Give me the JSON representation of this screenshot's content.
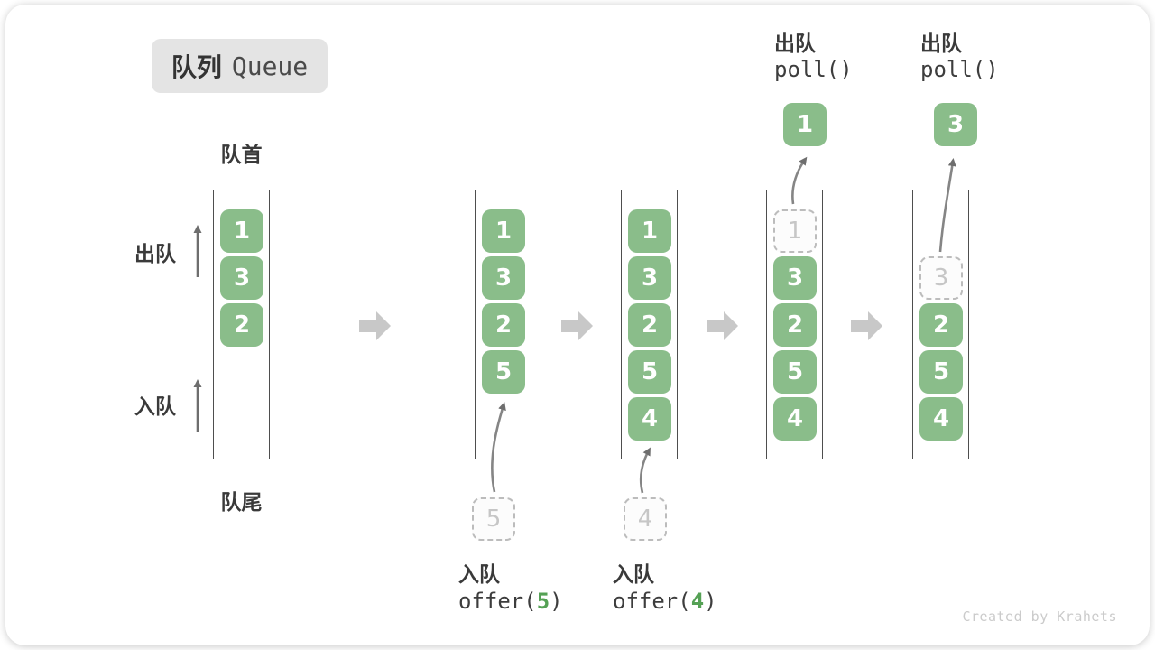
{
  "title": {
    "zh": "队列",
    "en": "Queue"
  },
  "side_labels": {
    "front": "队首",
    "rear": "队尾",
    "dequeue": "出队",
    "enqueue": "入队"
  },
  "states": [
    {
      "boxes": [
        "1",
        "3",
        "2"
      ]
    },
    {
      "boxes": [
        "1",
        "3",
        "2",
        "5"
      ],
      "pending": "5",
      "op": {
        "action": "入队",
        "fn": "offer(",
        "arg": "5",
        "end": ")"
      }
    },
    {
      "boxes": [
        "1",
        "3",
        "2",
        "5",
        "4"
      ],
      "pending": "4",
      "op": {
        "action": "入队",
        "fn": "offer(",
        "arg": "4",
        "end": ")"
      }
    },
    {
      "boxes": [
        "3",
        "2",
        "5",
        "4"
      ],
      "removed": "1",
      "polled": "1",
      "op": {
        "action": "出队",
        "fn": "poll()"
      }
    },
    {
      "boxes": [
        "2",
        "5",
        "4"
      ],
      "removed": "3",
      "polled": "3",
      "op": {
        "action": "出队",
        "fn": "poll()"
      }
    }
  ],
  "colors": {
    "box_green": "#8abd8a",
    "code_arg_green": "#55a155",
    "block_arrow_gray": "#c8c8c8",
    "connector_gray": "#858585",
    "wall_gray": "#4e4e4e"
  },
  "watermark": "Created by Krahets"
}
